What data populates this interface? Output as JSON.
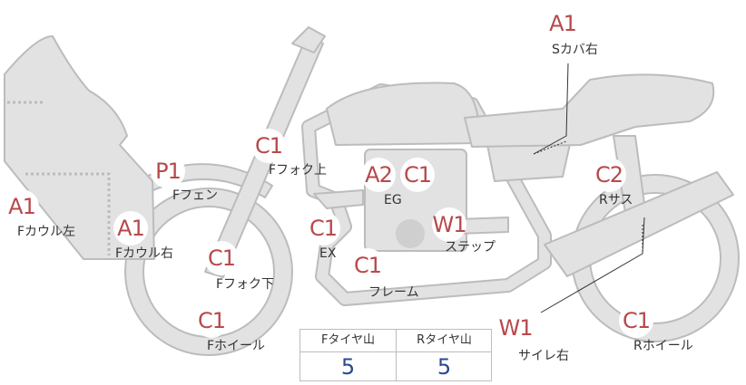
{
  "parts": [
    {
      "id": "s-cover-right",
      "code": "A1",
      "label": "Sカバ右"
    },
    {
      "id": "f-fender",
      "code": "P1",
      "label": "Fフェン"
    },
    {
      "id": "f-fork-upper",
      "code": "C1",
      "label": "Fフォク上"
    },
    {
      "id": "engine-a2",
      "code": "A2",
      "label": "EG"
    },
    {
      "id": "engine-c1",
      "code": "C1",
      "label": ""
    },
    {
      "id": "r-suspension",
      "code": "C2",
      "label": "Rサス"
    },
    {
      "id": "f-cowl-left",
      "code": "A1",
      "label": "Fカウル左"
    },
    {
      "id": "f-cowl-right",
      "code": "A1",
      "label": "Fカウル右"
    },
    {
      "id": "exhaust",
      "code": "C1",
      "label": "EX"
    },
    {
      "id": "step",
      "code": "W1",
      "label": "ステップ"
    },
    {
      "id": "f-fork-lower",
      "code": "C1",
      "label": "Fフォク下"
    },
    {
      "id": "frame",
      "code": "C1",
      "label": "フレーム"
    },
    {
      "id": "f-wheel",
      "code": "C1",
      "label": "Fホイール"
    },
    {
      "id": "silencer-right",
      "code": "W1",
      "label": "サイレ右"
    },
    {
      "id": "r-wheel",
      "code": "C1",
      "label": "Rホイール"
    }
  ],
  "tread": {
    "front_label": "Fタイヤ山",
    "rear_label": "Rタイヤ山",
    "front_value": "5",
    "rear_value": "5"
  }
}
